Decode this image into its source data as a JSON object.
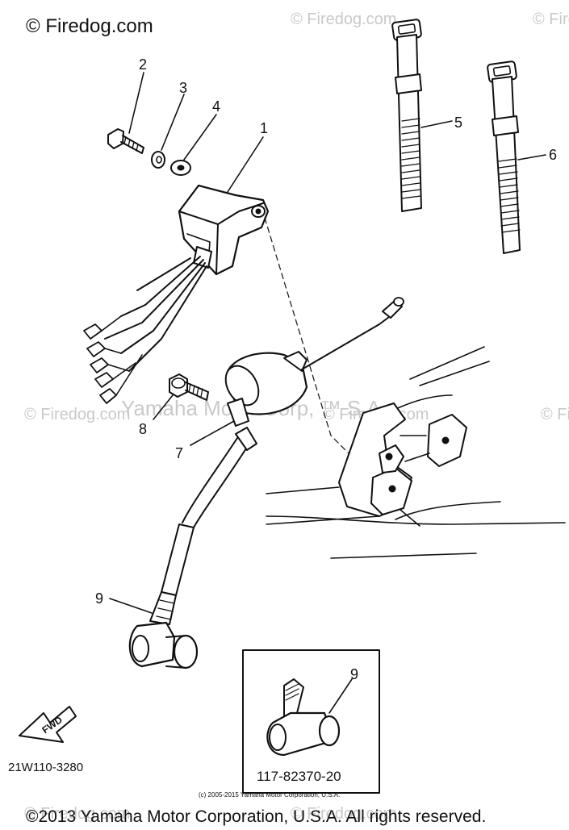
{
  "watermarks": {
    "top_left": "© Firedog.com",
    "repeated": "© Firedog.com",
    "trademark": "Yamaha Motor Corp, ™ S.A."
  },
  "callouts": {
    "c1": "1",
    "c2": "2",
    "c3": "3",
    "c4": "4",
    "c5": "5",
    "c6": "6",
    "c7": "7",
    "c8": "8",
    "c9": "9",
    "inset_9": "9"
  },
  "inset": {
    "part_number": "117-82370-20"
  },
  "direction_badge": "FWD",
  "diagram_code": "21W110-3280",
  "small_copyright": "(c) 2005-2015 Yamaha Motor Corporation, U.S.A.",
  "footer_copyright": "©2013 Yamaha Motor Corporation, U.S.A. All rights reserved."
}
